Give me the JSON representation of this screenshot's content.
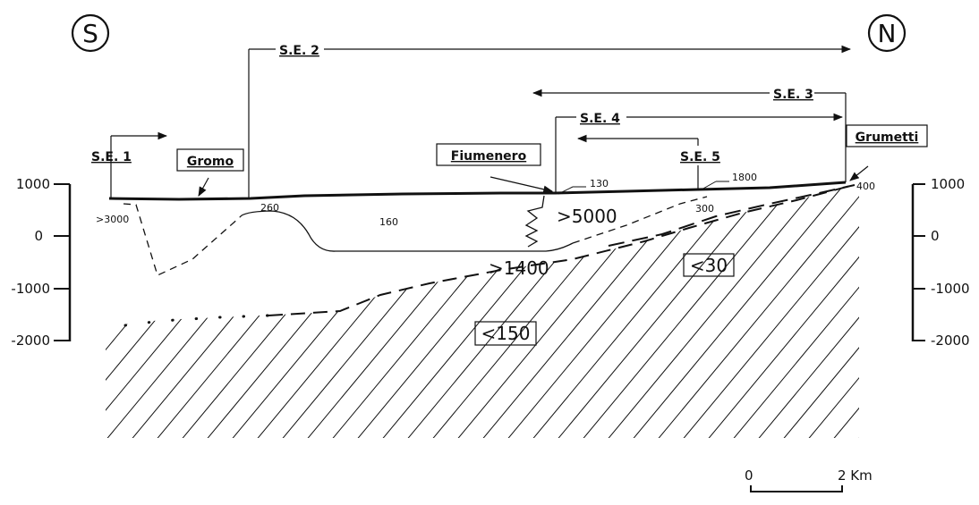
{
  "compass": {
    "south": "S",
    "north": "N"
  },
  "sections": {
    "se1": "S.E. 1",
    "se2": "S.E. 2",
    "se3": "S.E. 3",
    "se4": "S.E. 4",
    "se5": "S.E. 5"
  },
  "localities": {
    "gromo": "Gromo",
    "fiumenero": "Fiumenero",
    "grumetti": "Grumetti"
  },
  "elevation_axis": {
    "ticks": [
      "1000",
      "0",
      "-1000",
      "-2000"
    ]
  },
  "resistivity_values": {
    "v3000": ">3000",
    "v260": "260",
    "v160": "160",
    "v130": "130",
    "v5000": ">5000",
    "v300": "300",
    "v1800": "1800",
    "v400": "400",
    "v1400": ">1400",
    "v30": "<30",
    "v150": "<150"
  },
  "scale_bar": {
    "start": "0",
    "end": "2 Km"
  },
  "colors": {
    "ink": "#111111",
    "background": "#ffffff"
  }
}
